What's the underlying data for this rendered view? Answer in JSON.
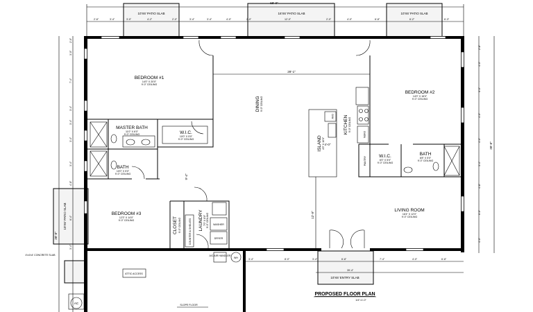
{
  "plan": {
    "title": "PROPOSED FLOOR PLAN",
    "scale": "1/4\"=1'-0\"",
    "overall_width": "68'-0\"",
    "overall_depth": "38'-8\"",
    "dining_span": "28'-1\""
  },
  "slabs": {
    "patio_1": "10'X6' PATIO SLAB",
    "patio_2": "16'X6' PATIO SLAB",
    "patio_3": "10'X6' PATIO SLAB",
    "patio_left": "10'X6' PATIO SLAB",
    "entry": "10'X6' ENTRY SLAB",
    "concrete": "4'x4'x4' CONCRETE SLAB"
  },
  "rooms": {
    "bedroom1": {
      "name": "BEDROOM #1",
      "size": "14'0\" X 20'0\"",
      "ceiling": "9'-0\" CEILING"
    },
    "master_bath": {
      "name": "MASTER BATH",
      "size": "11'0\" X 6'0\"",
      "ceiling": "9'-0\" CEILING"
    },
    "wic1": {
      "name": "W.I.C.",
      "size": "10'0\" X 5'0\"",
      "ceiling": "9'-0\" CEILING"
    },
    "bath": {
      "name": "BATH",
      "size": "10'0\" X 5'0\"",
      "ceiling": "9'-0\" CEILING"
    },
    "bedroom3": {
      "name": "BEDROOM #3",
      "size": "12'3\" X 14'0\"",
      "ceiling": "9'-0\" CEILING"
    },
    "closet": {
      "name": "CLOSET",
      "ceiling": "9'-0\" CEILING"
    },
    "laundry": {
      "name": "LAUNDRY",
      "size": "7'0\" X 8'0\"",
      "ceiling": "9'-0\" CEILING"
    },
    "dining": {
      "name": "DINING",
      "ceiling": "9'-0\" CEILING"
    },
    "kitchen": {
      "name": "KITCHEN",
      "ceiling": "9'-0\" CEILING"
    },
    "island": {
      "name": "ISLAND",
      "size": "4'0\" X 10'0\""
    },
    "bedroom2": {
      "name": "BEDROOM #2",
      "size": "14'0\" X 16'0\"",
      "ceiling": "9'-0\" CEILING"
    },
    "wic2": {
      "name": "W.I.C.",
      "size": "6'0\" X 5'0\"",
      "ceiling": "9'-0\" CEILING"
    },
    "bath2": {
      "name": "BATH",
      "size": "8'8\" X 5'0\"",
      "ceiling": "9'-0\" CEILING"
    },
    "pantry": {
      "name": "PANTRY"
    },
    "living": {
      "name": "LIVING ROOM",
      "size": "16'4\" X 12'0\"",
      "ceiling": "9'-0\" CEILING"
    }
  },
  "fixtures": {
    "washer": "WASHER",
    "dryer": "DRYER",
    "air_handler": "A/C AIR HANDLER",
    "water_heater": "WH",
    "ac": "AC",
    "attic": "ATTIC ACCESS",
    "slope": "SLOPE FLOOR",
    "shelves": "COUNTER & SHELVES",
    "dw": "D/W",
    "oven": "OVEN"
  },
  "dims": {
    "top": [
      "2'-6\"",
      "3'-4\"",
      "3'-0\"",
      "4'-2\"",
      "2'-0\"",
      "3'-4\"",
      "3'-4\"",
      "4'-0\"",
      "2'-0\"",
      "12'-0\"",
      "2'-0\"",
      "4'-0\"",
      "6'-8\"",
      "6'-2\"",
      "6'-3\""
    ],
    "left": [
      "2'-0\"",
      "3'-0\"",
      "7'-4\"",
      "3'-4\"",
      "3'-4\"",
      "3'-4\"",
      "3'-4\"",
      "4'-8\"",
      "6'-4\"",
      "3'-4\""
    ],
    "right": [
      "2'-8\"",
      "4'-0\"",
      "6'-0\"",
      "4'-0\"",
      "4'-0\"",
      "3'-4\"",
      "4'-8\"",
      "6'-0\"",
      "4'-0\""
    ],
    "bottom": [
      "3'-4\"",
      "8'-0\"",
      "3'-4\"",
      "6'-8\"",
      "7'-4\"",
      "4'-0\"",
      "6'-8\"",
      "39'-4\""
    ],
    "living_height": "12'-9\"",
    "kitchen_gap": "4'-0\"",
    "hall": "9'-4\""
  }
}
